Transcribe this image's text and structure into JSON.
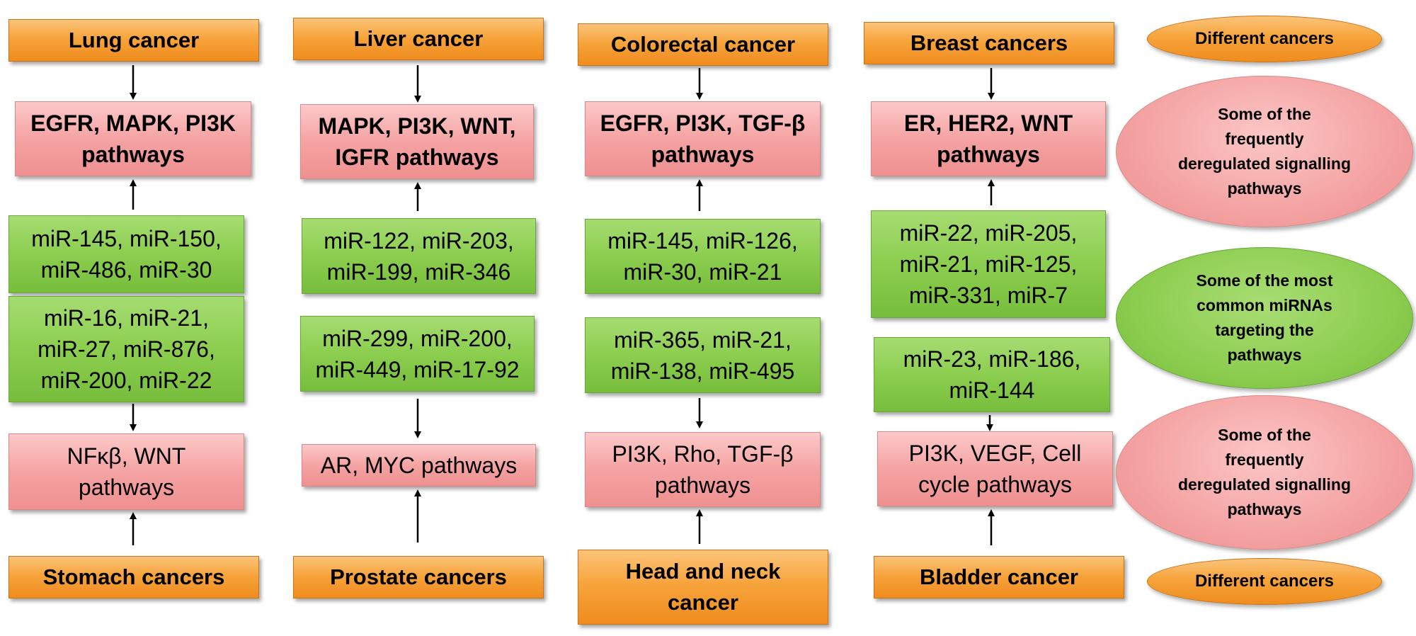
{
  "columns": [
    {
      "cancer_top": "Lung cancer",
      "pathway_top": "EGFR, MAPK, PI3K\npathways",
      "mirna_top": "miR-145, miR-150,\nmiR-486, miR-30",
      "mirna_bottom": "miR-16, miR-21,\nmiR-27, miR-876,\nmiR-200, miR-22",
      "pathway_bottom": "NFκβ, WNT\npathways",
      "cancer_bottom": "Stomach cancers"
    },
    {
      "cancer_top": "Liver cancer",
      "pathway_top": "MAPK, PI3K, WNT,\nIGFR pathways",
      "mirna_top": "miR-122, miR-203,\nmiR-199, miR-346",
      "mirna_bottom": "miR-299, miR-200,\nmiR-449, miR-17-92",
      "pathway_bottom": "AR, MYC pathways",
      "cancer_bottom": "Prostate cancers"
    },
    {
      "cancer_top": "Colorectal cancer",
      "pathway_top": "EGFR, PI3K, TGF-β\npathways",
      "mirna_top": "miR-145, miR-126,\nmiR-30, miR-21",
      "mirna_bottom": "miR-365, miR-21,\nmiR-138, miR-495",
      "pathway_bottom": "PI3K, Rho, TGF-β\npathways",
      "cancer_bottom": "Head and neck\ncancer"
    },
    {
      "cancer_top": "Breast cancers",
      "pathway_top": "ER, HER2, WNT\npathways",
      "mirna_top": "miR-22, miR-205,\nmiR-21, miR-125,\nmiR-331, miR-7",
      "mirna_bottom": "miR-23, miR-186,\nmiR-144",
      "pathway_bottom": "PI3K, VEGF, Cell\ncycle pathways",
      "cancer_bottom": "Bladder cancer"
    }
  ],
  "legend": {
    "cancers_top": "Different cancers",
    "pathways_top": "Some of the\nfrequently\nderegulated signalling\npathways",
    "mirnas": "Some of the most\ncommon miRNAs\ntargeting the\npathways",
    "pathways_bottom": "Some of the\nfrequently\nderegulated signalling\npathways",
    "cancers_bottom": "Different cancers"
  },
  "colors": {
    "cancer": "#f7a43c",
    "pathway": "#f5a3a3",
    "mirna": "#8cce4f",
    "arrow": "#000000"
  }
}
